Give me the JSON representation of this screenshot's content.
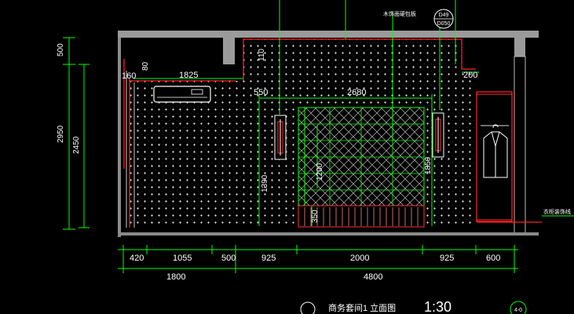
{
  "drawing": {
    "title": "商务套间1 立面图",
    "scale": "1:30",
    "section_mark": "4-0",
    "detail_ref_top": "D49",
    "detail_ref_bottom": "D050",
    "leader_note_top": "木饰面硬包板",
    "leader_note_right": "衣柜装饰线"
  },
  "dimensions": {
    "bottom_row1": [
      "420",
      "1055",
      "500",
      "925",
      "2000",
      "925",
      "600"
    ],
    "bottom_row2": [
      "1800",
      "4800"
    ],
    "left_outer": [
      "500",
      "2950"
    ],
    "left_inner": "2450",
    "inner": {
      "d80": "80",
      "d1825": "1825",
      "d160": "160",
      "d550": "550",
      "d2680": "2680",
      "d200": "200",
      "d110": "110",
      "d1390": "1390",
      "d1850": "1850",
      "d350": "350",
      "d1200": "1200"
    }
  },
  "colors": {
    "wall": "#9a9a9a",
    "dimension": "#00ff00",
    "accent": "#ff2020",
    "pattern": "#cfcfcf",
    "text": "#ffffff"
  }
}
